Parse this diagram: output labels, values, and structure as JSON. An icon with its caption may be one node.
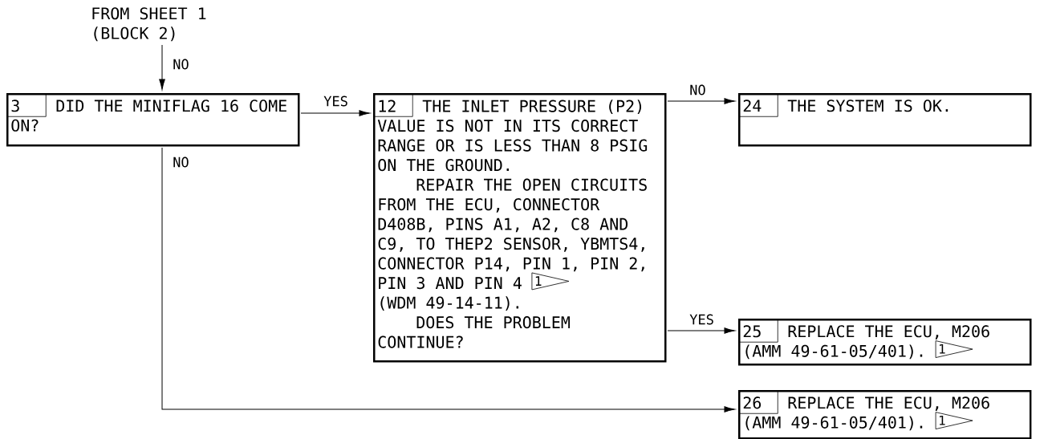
{
  "diagram": {
    "nodes": [
      {
        "text": [
          "FROM SHEET 1 (BLOCK 2)"
        ]
      },
      {
        "text": [
          "3",
          "DID THE MINIFLAG 16 COME ON?"
        ]
      },
      {
        "text": [
          "12",
          "THE INLET PRESSURE (P2) VALUE IS NOT IN ITS CORRECT RANGE OR IS LESS THAN 8 PSIG ON THE GROUND.",
          "REPAIR THE OPEN CIRCUITS FROM THE ECU, CONNECTOR D408B, PINS A1, A2, C8 AND C9, TO THEP2 SENSOR, YBMTS4, CONNECTOR P14, PIN 1, PIN 2, PIN 3 AND PIN 4",
          "1",
          "(WDM 49-14-11).",
          "DOES THE PROBLEM CONTINUE?"
        ]
      },
      {
        "text": [
          "24",
          "THE SYSTEM IS OK."
        ]
      },
      {
        "text": [
          "25",
          "REPLACE THE ECU, M206 (AMM 49-61-05/401).",
          "1"
        ]
      },
      {
        "text": [
          "26",
          "REPLACE THE ECU, M206 (AMM 49-61-05/401).",
          "1"
        ]
      }
    ],
    "edges": [
      {
        "from": 0,
        "to": 1,
        "arrow": "to",
        "label": "NO"
      },
      {
        "from": 1,
        "to": 2,
        "arrow": "to",
        "label": "YES"
      },
      {
        "from": 2,
        "to": 3,
        "arrow": "to",
        "label": "NO"
      },
      {
        "from": 2,
        "to": 4,
        "arrow": "to",
        "label": "YES"
      },
      {
        "from": 1,
        "to": 5,
        "arrow": "to",
        "label": "NO"
      }
    ]
  }
}
